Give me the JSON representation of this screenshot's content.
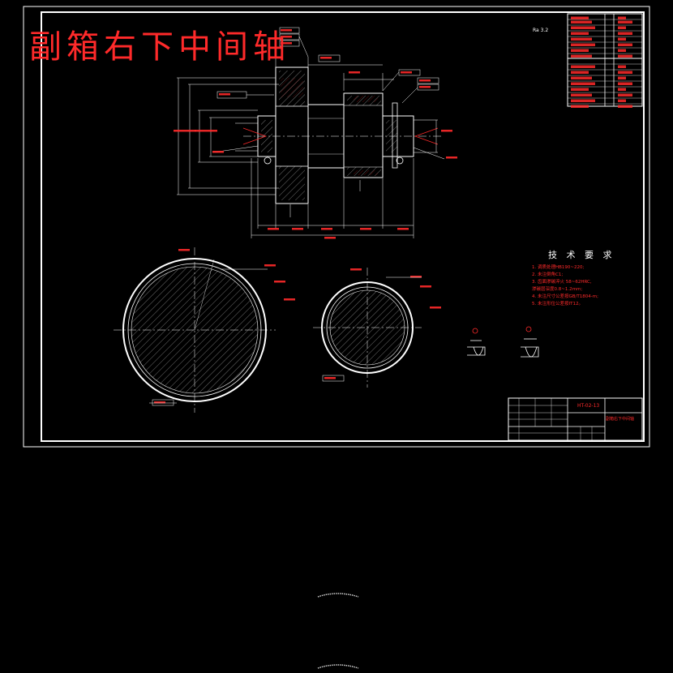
{
  "drawing": {
    "title": "副箱右下中间轴",
    "technical_requirements": {
      "heading": "技 术 要 求",
      "items": [
        "1. 调质处理HB190~220;",
        "2. 未注倒角C1;",
        "3. 齿面渗碳淬火 58~62HRC,",
        "   渗碳层深度0.8~1.2mm;",
        "4. 未注尺寸公差按GB/T1804-m;",
        "5. 未注形位公差按IT12。"
      ]
    },
    "roughness_note": "Ra 3.2",
    "title_block": {
      "part_name": "副箱右下中间轴",
      "drawing_no": "HT-02-13"
    }
  },
  "colors": {
    "background": "#000000",
    "outline": "#ffffff",
    "text": "#ff2a2a",
    "center_line": "#ffffff"
  }
}
